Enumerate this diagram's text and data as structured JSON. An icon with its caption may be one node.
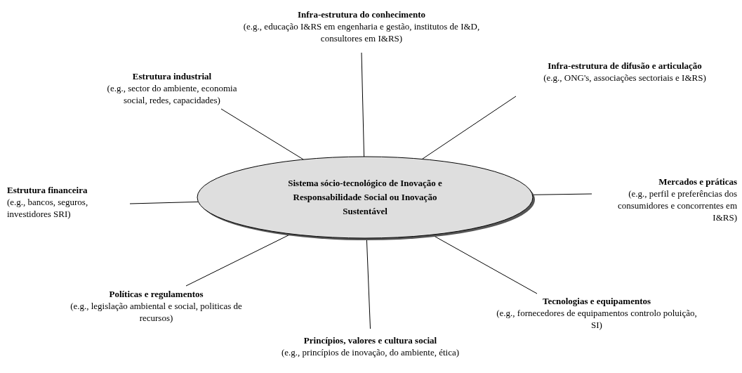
{
  "diagram": {
    "nodes": [
      {
        "text": [
          "Sistema sócio-tecnológico de Inovação e Responsabilidade Social ou Inovação Sustentável"
        ]
      },
      {
        "text": [
          "Infra-estrutura do conhecimento",
          "(e.g., educação I&RS em engenharia e gestão, institutos de I&D, consultores em I&RS)"
        ]
      },
      {
        "text": [
          "Estrutura industrial",
          "(e.g., sector do ambiente, economia social, redes, capacidades)"
        ]
      },
      {
        "text": [
          "Infra-estrutura de difusão e articulação",
          "(e.g., ONG's, associações sectoriais e I&RS)"
        ]
      },
      {
        "text": [
          "Estrutura financeira",
          "(e.g., bancos, seguros, investidores SRI)"
        ]
      },
      {
        "text": [
          "Mercados e práticas",
          "(e.g., perfil e preferências dos consumidores e concorrentes em I&RS)"
        ]
      },
      {
        "text": [
          "Políticas e regulamentos",
          "(e.g., legislação ambiental e social, politicas de recursos)"
        ]
      },
      {
        "text": [
          "Tecnologias e equipamentos",
          "(e.g., fornecedores de equipamentos controlo poluição, SI)"
        ]
      },
      {
        "text": [
          "Princípios, valores e cultura social",
          "(e.g., princípios de inovação, do ambiente, ética)"
        ]
      }
    ],
    "edges": [
      {
        "from": 1,
        "to": 0,
        "arrow": "none"
      },
      {
        "from": 2,
        "to": 0,
        "arrow": "none"
      },
      {
        "from": 3,
        "to": 0,
        "arrow": "none"
      },
      {
        "from": 4,
        "to": 0,
        "arrow": "none"
      },
      {
        "from": 5,
        "to": 0,
        "arrow": "none"
      },
      {
        "from": 6,
        "to": 0,
        "arrow": "none"
      },
      {
        "from": 7,
        "to": 0,
        "arrow": "none"
      },
      {
        "from": 8,
        "to": 0,
        "arrow": "none"
      }
    ]
  }
}
